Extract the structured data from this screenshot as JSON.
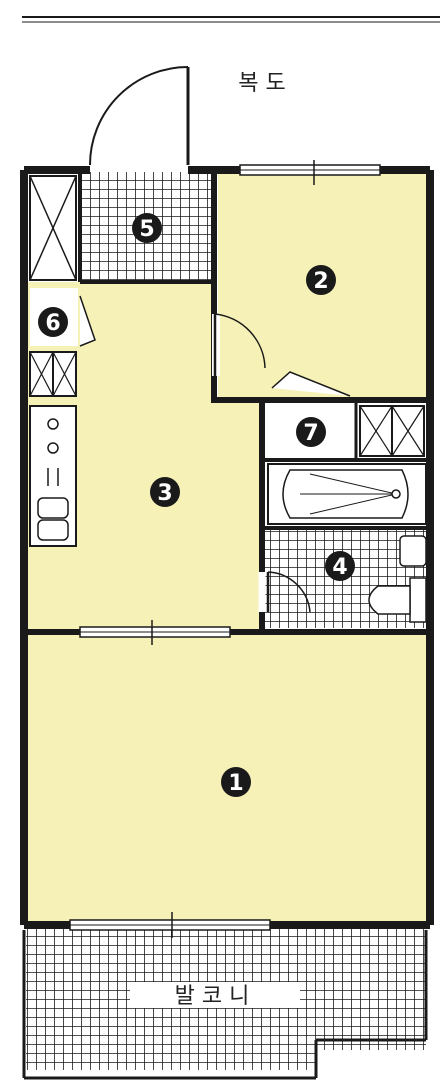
{
  "corridor_label": "복 도",
  "balcony_label": "발 코 니",
  "rooms": [
    {
      "number": "1"
    },
    {
      "number": "2"
    },
    {
      "number": "3"
    },
    {
      "number": "4"
    },
    {
      "number": "5"
    },
    {
      "number": "6"
    },
    {
      "number": "7"
    }
  ],
  "colors": {
    "floor": "#f6f1b6",
    "wall": "#1a1a1a",
    "tile_bg": "#ffffff",
    "badge": "#1a1a1a"
  }
}
